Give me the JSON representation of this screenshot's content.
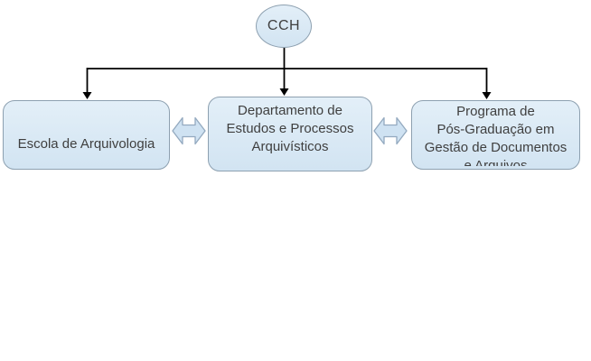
{
  "colors": {
    "background": "#ffffff",
    "node_fill_top": "#e3eff8",
    "node_fill_bottom": "#d2e4f2",
    "node_border": "#8da0b0",
    "arrow_fill": "#cfe2f2",
    "arrow_border": "#93a9bf",
    "connector": "#000000",
    "text": "#3f3f3f"
  },
  "org_chart": {
    "root": {
      "label": "CCH"
    },
    "boxes": [
      {
        "id": "escola",
        "lines": [
          "Escola de Arquivologia"
        ]
      },
      {
        "id": "departamento",
        "lines": [
          "Departamento de",
          "Estudos e Processos",
          "Arquivísticos"
        ]
      },
      {
        "id": "programa",
        "lines": [
          "Programa de",
          "Pós-Graduação em",
          "Gestão de Documentos",
          "e Arquivos"
        ],
        "last_line_clipped": true
      }
    ],
    "link_icons": [
      "left-right-arrow",
      "left-right-arrow"
    ]
  }
}
